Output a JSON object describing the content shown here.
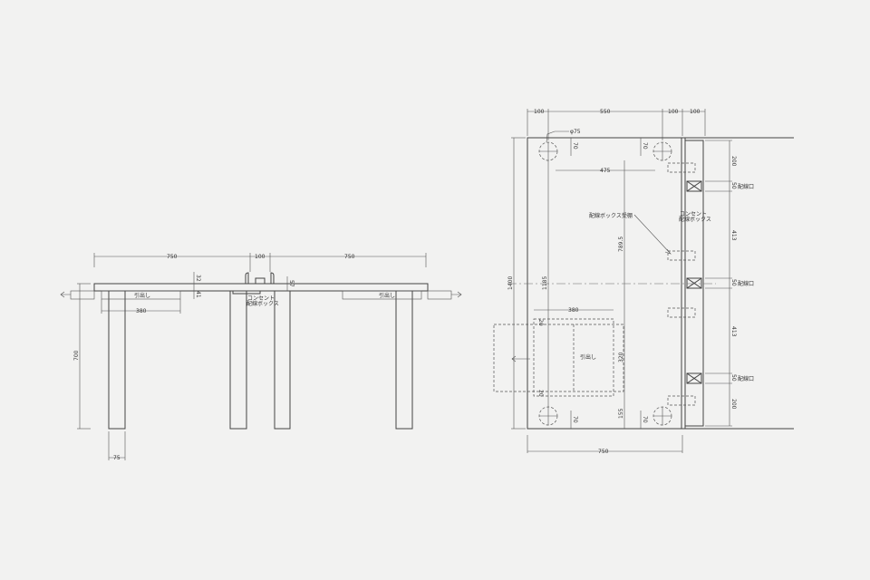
{
  "front_view": {
    "dim_left_top": "750",
    "dim_center_top": "100",
    "dim_right_top": "750",
    "dim_top_thickness": "32",
    "dim_drawer_depth": "41",
    "dim_box_height": "57",
    "dim_drawer_width": "380",
    "dim_height": "700",
    "dim_leg": "75",
    "drawer_left": "引出し",
    "drawer_right": "引出し",
    "outlet_label_1": "コンセント",
    "outlet_label_2": "配線ボックス"
  },
  "plan_view": {
    "dim_top": [
      "100",
      "550",
      "100",
      "100"
    ],
    "dim_hole": "φ75",
    "dim_70_tl": "70",
    "dim_70_tr": "70",
    "dim_70_bl": "70",
    "dim_70_br": "70",
    "dim_475": "475",
    "dim_7895": "789.5",
    "dim_1185": "1185",
    "dim_1400": "1400",
    "dim_380": "380",
    "dim_320": "320",
    "dim_155": "155",
    "dim_750": "750",
    "dim_20a": "20",
    "dim_20b": "20",
    "right_dims": [
      "200",
      "50",
      "413",
      "50",
      "413",
      "50",
      "200"
    ],
    "wiring_port": "配線口",
    "shelf_label": "配線ボックス受棚",
    "outlet_label_1": "コンセント",
    "outlet_label_2": "配線ボックス",
    "drawer": "引出し"
  }
}
